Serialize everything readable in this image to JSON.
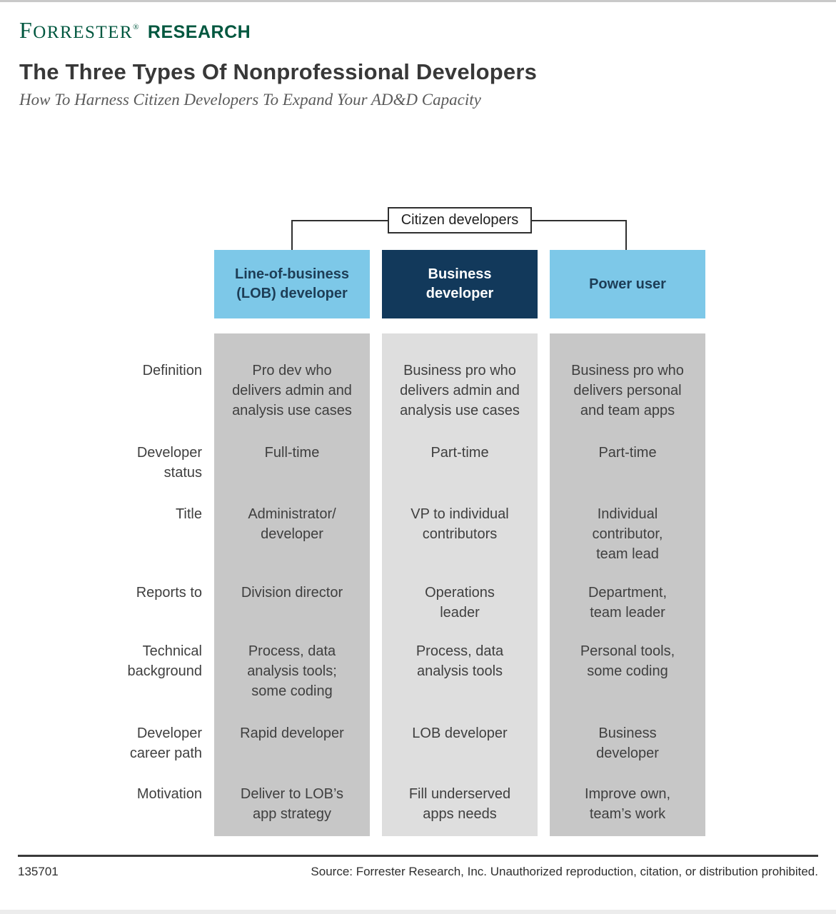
{
  "brand": {
    "logo_cap": "F",
    "logo_rest": "ORRESTER",
    "logo_reg": "®",
    "logo_research": "RESEARCH"
  },
  "header": {
    "title": "The Three Types Of Nonprofessional Developers",
    "subtitle": "How To Harness Citizen Developers To Expand Your AD&D Capacity"
  },
  "diagram": {
    "root_label": "Citizen developers",
    "columns": [
      {
        "label": "Line-of-business\n(LOB) developer",
        "style": "light-blue"
      },
      {
        "label": "Business\ndeveloper",
        "style": "dark-navy"
      },
      {
        "label": "Power user",
        "style": "light-blue"
      }
    ]
  },
  "table": {
    "rows": [
      {
        "label": "Definition",
        "values": [
          "Pro dev who\ndelivers admin and\nanalysis use cases",
          "Business pro who\ndelivers admin and\nanalysis use cases",
          "Business pro who\ndelivers personal\nand team apps"
        ]
      },
      {
        "label": "Developer\nstatus",
        "values": [
          "Full-time",
          "Part-time",
          "Part-time"
        ]
      },
      {
        "label": "Title",
        "values": [
          "Administrator/\ndeveloper",
          "VP to individual\ncontributors",
          "Individual\ncontributor,\nteam lead"
        ]
      },
      {
        "label": "Reports to",
        "values": [
          "Division director",
          "Operations\nleader",
          "Department,\nteam leader"
        ]
      },
      {
        "label": "Technical\nbackground",
        "values": [
          "Process, data\nanalysis tools;\nsome coding",
          "Process, data\nanalysis tools",
          "Personal tools,\nsome coding"
        ]
      },
      {
        "label": "Developer\ncareer path",
        "values": [
          "Rapid developer",
          "LOB developer",
          "Business\ndeveloper"
        ]
      },
      {
        "label": "Motivation",
        "values": [
          "Deliver to LOB’s\napp strategy",
          "Fill underserved\napps needs",
          "Improve own,\nteam’s work"
        ]
      }
    ]
  },
  "footer": {
    "figure_id": "135701",
    "source": "Source: Forrester Research, Inc. Unauthorized reproduction, citation, or distribution prohibited."
  },
  "colors": {
    "brand_green": "#00573f",
    "light_blue": "#7dc8e8",
    "dark_navy": "#12395b",
    "column_gray_dark": "#c7c7c7",
    "column_gray_light": "#dedede",
    "text_dark": "#3f3f3f"
  }
}
